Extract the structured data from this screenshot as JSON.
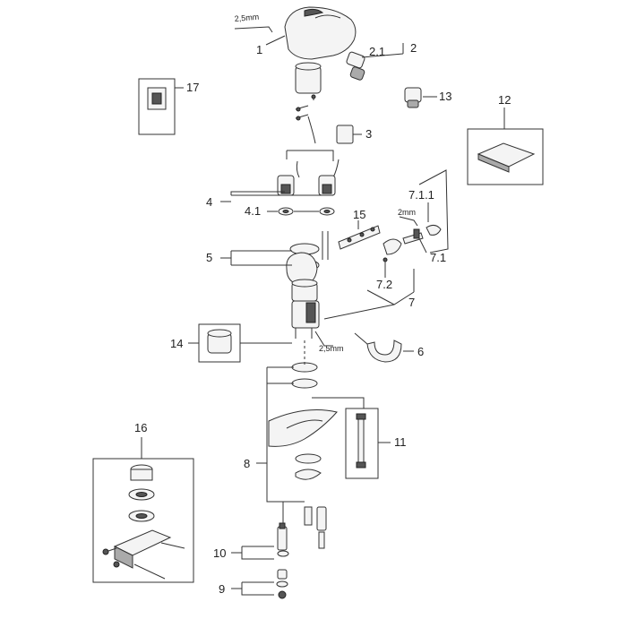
{
  "callouts": {
    "c1": "1",
    "c2": "2",
    "c2_1": "2.1",
    "c3": "3",
    "c4": "4",
    "c4_1": "4.1",
    "c5": "5",
    "c6": "6",
    "c7": "7",
    "c7_1": "7.1",
    "c7_1_1": "7.1.1",
    "c7_2": "7.2",
    "c8": "8",
    "c9": "9",
    "c10": "10",
    "c11": "11",
    "c12": "12",
    "c13": "13",
    "c14": "14",
    "c15": "15",
    "c16": "16",
    "c17": "17"
  },
  "tool_sizes": {
    "t1": "2,5mm",
    "t2": "2mm",
    "t3": "2,5mm"
  }
}
